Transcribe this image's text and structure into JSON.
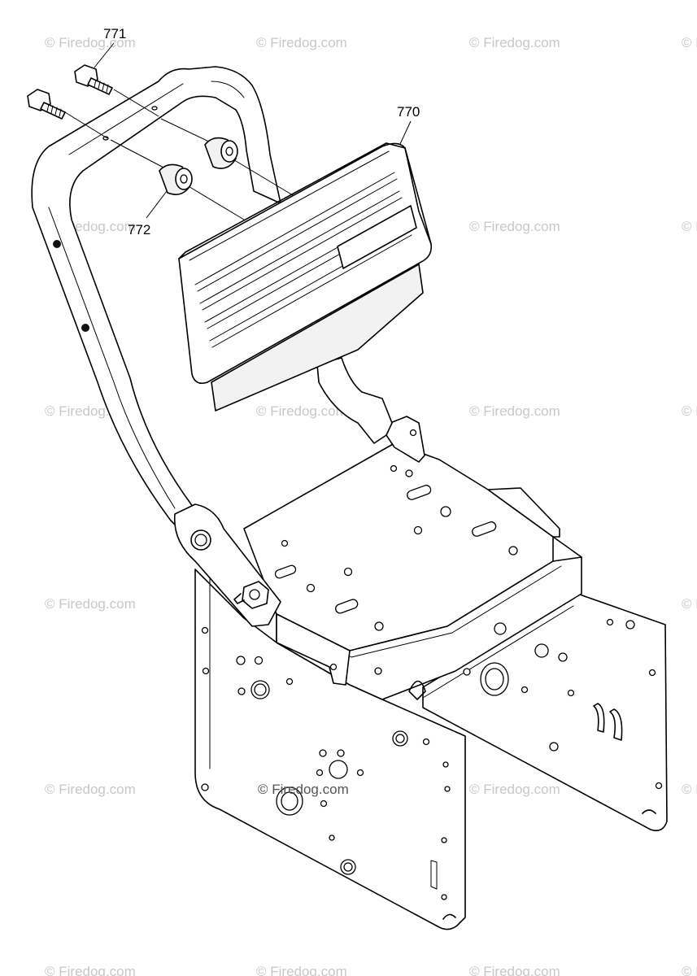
{
  "watermark": {
    "text": "© Firedog.com",
    "color": "#c8c8c8",
    "positions": [
      {
        "row": 0,
        "col": 0
      },
      {
        "row": 0,
        "col": 1
      },
      {
        "row": 0,
        "col": 2
      },
      {
        "row": 0,
        "col": 3
      },
      {
        "row": 1,
        "col": 0
      },
      {
        "row": 1,
        "col": 1
      },
      {
        "row": 1,
        "col": 2
      },
      {
        "row": 1,
        "col": 3
      },
      {
        "row": 2,
        "col": 0
      },
      {
        "row": 2,
        "col": 1
      },
      {
        "row": 2,
        "col": 2
      },
      {
        "row": 2,
        "col": 3
      },
      {
        "row": 3,
        "col": 0
      },
      {
        "row": 3,
        "col": 1
      },
      {
        "row": 3,
        "col": 2
      },
      {
        "row": 3,
        "col": 3
      },
      {
        "row": 4,
        "col": 0
      },
      {
        "row": 4,
        "col": 1
      },
      {
        "row": 4,
        "col": 2
      },
      {
        "row": 4,
        "col": 3
      },
      {
        "row": 5,
        "col": 0
      },
      {
        "row": 5,
        "col": 1
      },
      {
        "row": 5,
        "col": 2
      },
      {
        "row": 5,
        "col": 3
      }
    ],
    "center_text": "© Firedog.com"
  },
  "callouts": {
    "part_771": "771",
    "part_770": "770",
    "part_772": "772"
  },
  "colors": {
    "line": "#000000",
    "background": "#ffffff"
  }
}
